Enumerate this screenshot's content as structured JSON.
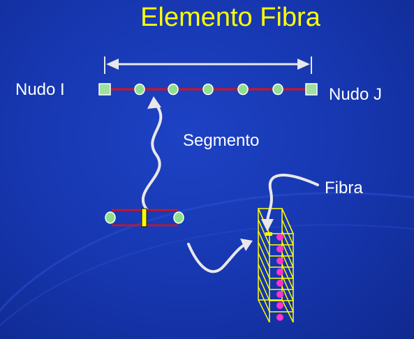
{
  "slide": {
    "title": "Elemento Fibra",
    "labels": {
      "node_i": "Nudo I",
      "node_j": "Nudo J",
      "segment": "Segmento",
      "fiber": "Fibra"
    },
    "colors": {
      "background": "#1533a6",
      "title": "#ffff00",
      "text": "#ffffff",
      "element_line": "#e01010",
      "node_fill": "#9fe0a0",
      "integration_point": "#8ee08e",
      "fiber_box": "#ffff00",
      "fiber_point": "#ff33cc",
      "arrow": "#e8e8e8"
    }
  }
}
